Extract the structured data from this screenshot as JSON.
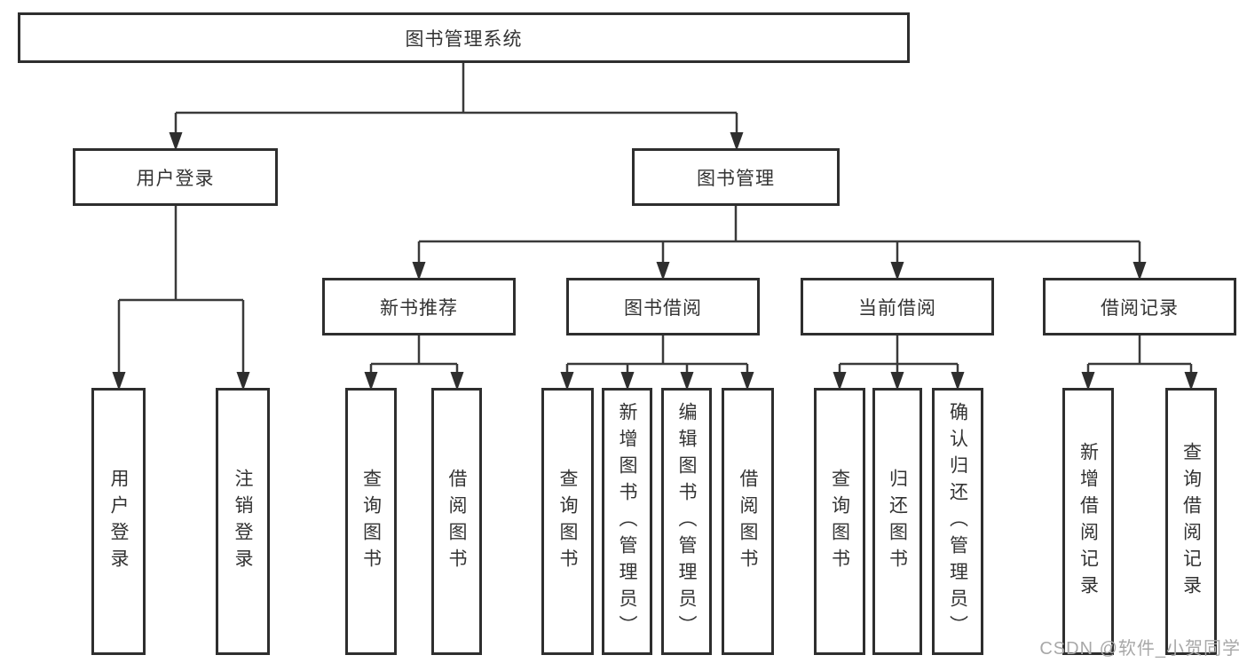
{
  "tree": {
    "root": "图书管理系统",
    "user": {
      "label": "用户登录",
      "leaves": [
        "用户登录",
        "注销登录"
      ]
    },
    "book": {
      "label": "图书管理",
      "sections": [
        {
          "label": "新书推荐",
          "leaves": [
            "查询图书",
            "借阅图书"
          ]
        },
        {
          "label": "图书借阅",
          "leaves": [
            "查询图书",
            "新增图书（管理员）",
            "编辑图书（管理员）",
            "借阅图书"
          ]
        },
        {
          "label": "当前借阅",
          "leaves": [
            "查询图书",
            "归还图书",
            "确认归还（管理员）"
          ]
        },
        {
          "label": "借阅记录",
          "leaves": [
            "新增借阅记录",
            "查询借阅记录"
          ]
        }
      ]
    }
  },
  "watermark": "CSDN @软件_小贺同学",
  "colors": {
    "background": "#ffffff",
    "box_border": "#2e2e2e",
    "line": "#3a3a3a",
    "text": "#333333",
    "watermark": "#a8a8a8"
  }
}
